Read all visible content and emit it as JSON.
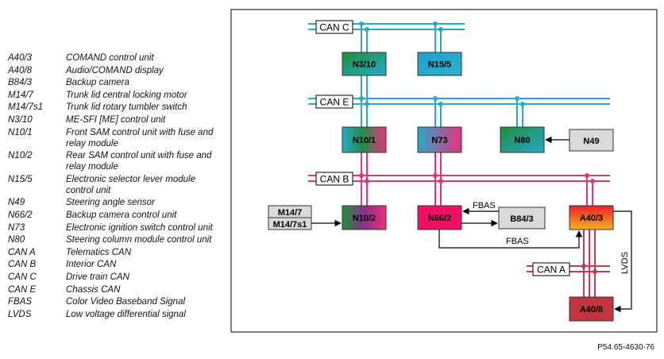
{
  "legend": [
    {
      "code": "A40/3",
      "desc": "COMAND control unit"
    },
    {
      "code": "A40/8",
      "desc": "Audio/COMAND display"
    },
    {
      "code": "B84/3",
      "desc": "Backup camera"
    },
    {
      "code": "M14/7",
      "desc": "Trunk lid central locking motor"
    },
    {
      "code": "M14/7s1",
      "desc": "Trunk lid rotary tumbler switch"
    },
    {
      "code": "N3/10",
      "desc": "ME-SFI [ME] control unit"
    },
    {
      "code": "N10/1",
      "desc": "Front SAM control unit with fuse and relay module"
    },
    {
      "code": "N10/2",
      "desc": "Rear SAM control unit with fuse and relay module"
    },
    {
      "code": "N15/5",
      "desc": "Electronic selector lever module control unit"
    },
    {
      "code": "N49",
      "desc": "Steering angle sensor"
    },
    {
      "code": "N66/2",
      "desc": "Backup camera control unit"
    },
    {
      "code": "N73",
      "desc": "Electronic ignition switch control unit"
    },
    {
      "code": "N80",
      "desc": "Steering column module control unit"
    },
    {
      "code": "CAN A",
      "desc": "Telematics CAN"
    },
    {
      "code": "CAN B",
      "desc": "Interior CAN"
    },
    {
      "code": "CAN C",
      "desc": "Drive train CAN"
    },
    {
      "code": "CAN E",
      "desc": "Chassis CAN"
    },
    {
      "code": "FBAS",
      "desc": "Color Video Baseband Signal"
    },
    {
      "code": "LVDS",
      "desc": "Low voltage differential signal"
    }
  ],
  "diagram": {
    "buses": {
      "can_c": "CAN C",
      "can_e": "CAN E",
      "can_b": "CAN B",
      "can_a": "CAN A"
    },
    "nodes": {
      "n3_10": "N3/10",
      "n15_5": "N15/5",
      "n10_1": "N10/1",
      "n73": "N73",
      "n80": "N80",
      "n49": "N49",
      "n10_2": "N10/2",
      "n66_2": "N66/2",
      "b84_3": "B84/3",
      "a40_3": "A40/3",
      "a40_8": "A40/8",
      "m14_7": "M14/7",
      "m14_7s1": "M14/7s1"
    },
    "signals": {
      "fbas_top": "FBAS",
      "fbas_bottom": "FBAS",
      "lvds": "LVDS"
    }
  },
  "reference": "P54.65-4630-76",
  "colors": {
    "can_cyan": "#2aa7c9",
    "can_magenta": "#e8327a",
    "can_a_red": "#c43a4f"
  }
}
